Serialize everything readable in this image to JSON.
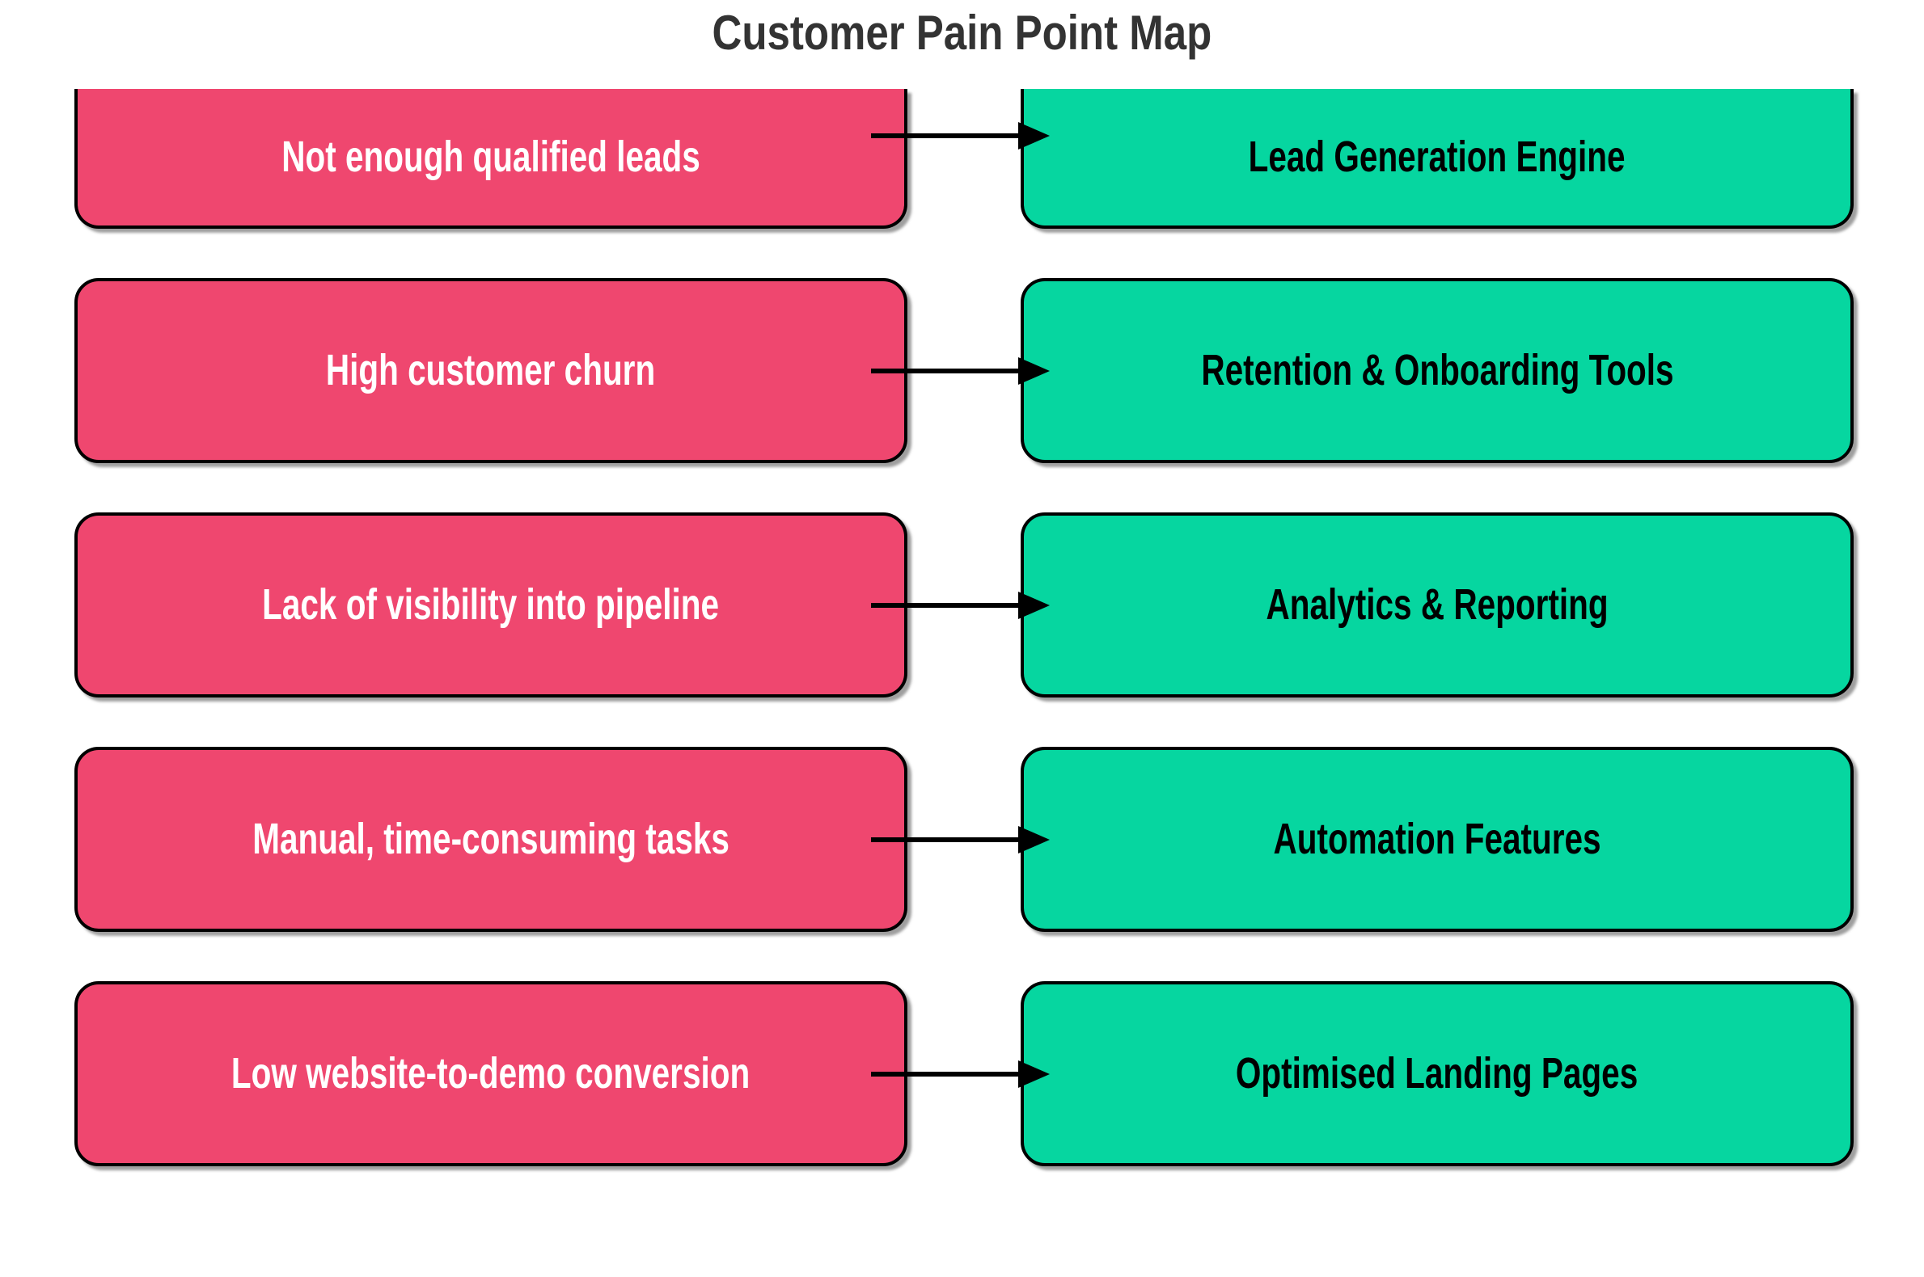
{
  "title": "Customer Pain Point Map",
  "colors": {
    "pain": "#EF476F",
    "solution": "#06D6A0",
    "border": "#000000",
    "title_text": "#333333",
    "pain_text": "#FFFFFF",
    "solution_text": "#000000"
  },
  "rows": [
    {
      "pain": "Not enough qualified leads",
      "solution": "Lead Generation Engine"
    },
    {
      "pain": "High customer churn",
      "solution": "Retention & Onboarding Tools"
    },
    {
      "pain": "Lack of visibility into pipeline",
      "solution": "Analytics & Reporting"
    },
    {
      "pain": "Manual, time-consuming tasks",
      "solution": "Automation Features"
    },
    {
      "pain": "Low website-to-demo conversion",
      "solution": "Optimised Landing Pages"
    }
  ]
}
